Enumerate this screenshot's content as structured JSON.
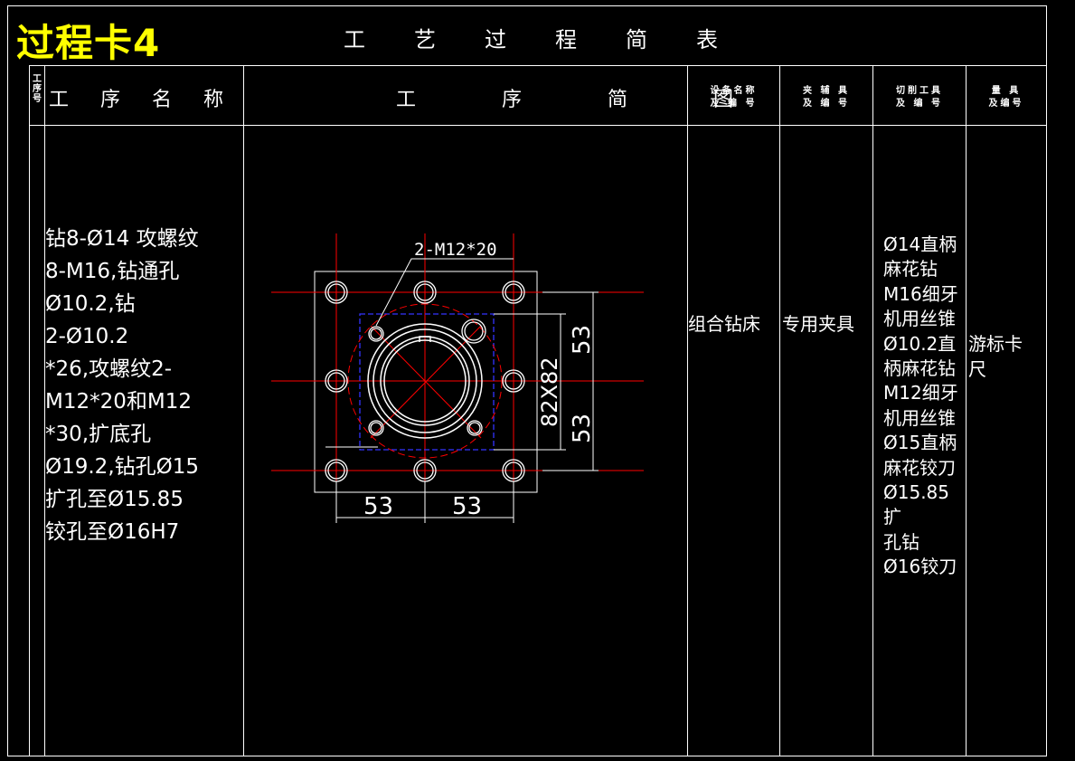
{
  "card_title": "过程卡4",
  "main_title": "工艺过程简表",
  "headers": {
    "seq": [
      "工",
      "序",
      "号"
    ],
    "op_name": "工 序 名 称",
    "sketch": "工 序 简 图",
    "equipment": [
      "设备名称",
      "及 编 号"
    ],
    "fixture": [
      "夹 辅 具",
      "及 编 号"
    ],
    "cutting_tool": [
      "切削工具",
      "及 编 号"
    ],
    "measuring_tool": [
      "量 具",
      "及编号"
    ]
  },
  "row": {
    "op_lines": [
      "钻8-Ø14 攻螺纹",
      "8-M16,钻通孔",
      "Ø10.2,钻",
      "2-Ø10.2",
      "*26,攻螺纹2-",
      "M12*20和M12",
      "*30,扩底孔",
      "Ø19.2,钻孔Ø15",
      "扩孔至Ø15.85",
      "铰孔至Ø16H7"
    ],
    "equipment": "组合钻床",
    "fixture": "专用夹具",
    "cutting_tool_lines": [
      "Ø14直柄",
      "麻花钻",
      "M16细牙",
      "机用丝锥",
      "Ø10.2直",
      "柄麻花钻",
      "M12细牙",
      "机用丝锥",
      "Ø15直柄",
      "麻花铰刀",
      "Ø15.85扩",
      "孔钻",
      "Ø16铰刀"
    ],
    "measuring_tool_lines": [
      "游标卡",
      "尺"
    ]
  },
  "sketch": {
    "callout": "2-M12*20",
    "dim_h_left": "53",
    "dim_h_right": "53",
    "dim_v_top": "53",
    "dim_v_bottom": "53",
    "dim_square": "82X82"
  },
  "colors": {
    "title": "#ffff00",
    "center_lines": "#ff0000",
    "hidden_lines": "#3333ff",
    "geometry": "#ffffff"
  }
}
